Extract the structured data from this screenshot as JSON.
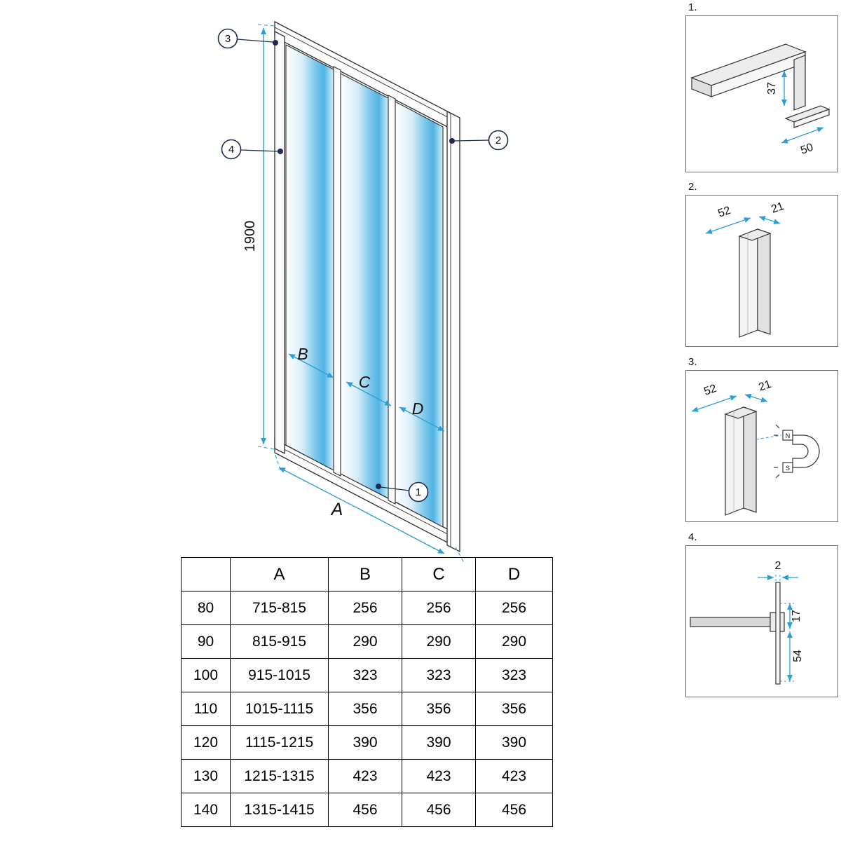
{
  "main": {
    "height_dim": "1900",
    "width_dim": "A",
    "panel_dims": [
      "B",
      "C",
      "D"
    ],
    "callouts": [
      "1",
      "2",
      "3",
      "4"
    ]
  },
  "details": [
    {
      "label": "1.",
      "dim1": "37",
      "dim2": "50"
    },
    {
      "label": "2.",
      "dim1": "52",
      "dim2": "21"
    },
    {
      "label": "3.",
      "dim1": "52",
      "dim2": "21",
      "magnet_n": "N",
      "magnet_s": "S"
    },
    {
      "label": "4.",
      "dim1": "2",
      "dim2": "17",
      "dim3": "54"
    }
  ],
  "table": {
    "headers": [
      "",
      "A",
      "B",
      "C",
      "D"
    ],
    "rows": [
      [
        "80",
        "715-815",
        "256",
        "256",
        "256"
      ],
      [
        "90",
        "815-915",
        "290",
        "290",
        "290"
      ],
      [
        "100",
        "915-1015",
        "323",
        "323",
        "323"
      ],
      [
        "110",
        "1015-1115",
        "356",
        "356",
        "356"
      ],
      [
        "120",
        "1115-1215",
        "390",
        "390",
        "390"
      ],
      [
        "130",
        "1215-1315",
        "423",
        "423",
        "423"
      ],
      [
        "140",
        "1315-1415",
        "456",
        "456",
        "456"
      ]
    ]
  },
  "colors": {
    "dimension_blue": "#2b9fd8",
    "callout_navy": "#1c2b4e",
    "glass_blue": "#4fb4e4"
  }
}
